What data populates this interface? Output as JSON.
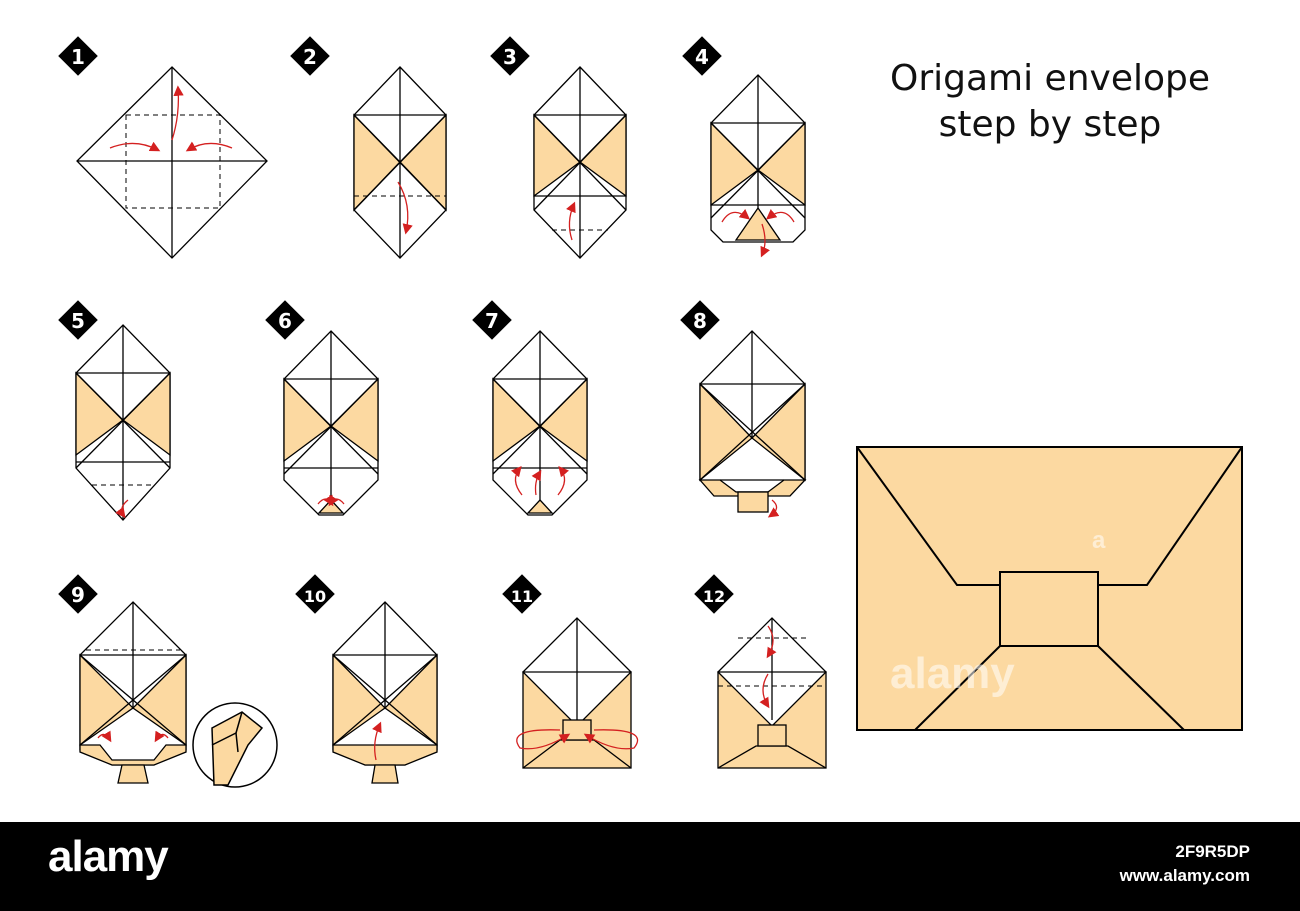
{
  "title": {
    "line1": "Origami envelope",
    "line2": "step by step"
  },
  "steps": [
    {
      "number": "1"
    },
    {
      "number": "2"
    },
    {
      "number": "3"
    },
    {
      "number": "4"
    },
    {
      "number": "5"
    },
    {
      "number": "6"
    },
    {
      "number": "7"
    },
    {
      "number": "8"
    },
    {
      "number": "9"
    },
    {
      "number": "10"
    },
    {
      "number": "11"
    },
    {
      "number": "12"
    }
  ],
  "watermark": {
    "logo": "alamy",
    "small": "a"
  },
  "footer": {
    "logo": "alamy",
    "image_id": "2F9R5DP",
    "url": "www.alamy.com"
  },
  "colors": {
    "paper_color_side": "#fcd9a1",
    "paper_white_side": "#ffffff",
    "outline": "#000000",
    "arrow": "#d42020",
    "badge": "#000000",
    "footer_bg": "#000000"
  },
  "icons": [
    "step-number-badge",
    "fold-arrow",
    "valley-fold-line",
    "detail-magnifier-circle"
  ]
}
